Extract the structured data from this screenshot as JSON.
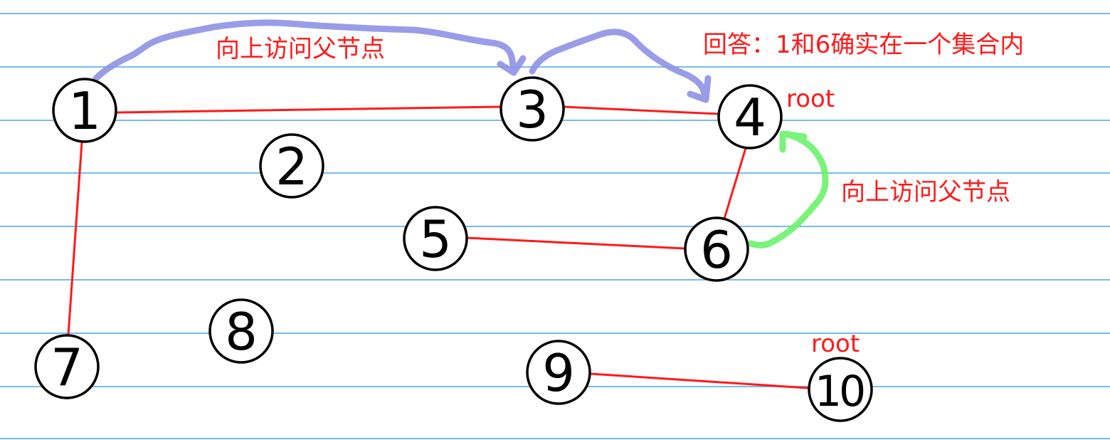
{
  "annotations": {
    "top_left": "向上访问父节点",
    "right_mid": "向上访问父节点",
    "answer": "回答：1和6确实在一个集合内",
    "root_4": "root",
    "root_10": "root"
  },
  "nodes": [
    {
      "id": "1",
      "label": "1"
    },
    {
      "id": "2",
      "label": "2"
    },
    {
      "id": "3",
      "label": "3"
    },
    {
      "id": "4",
      "label": "4"
    },
    {
      "id": "5",
      "label": "5"
    },
    {
      "id": "6",
      "label": "6"
    },
    {
      "id": "7",
      "label": "7"
    },
    {
      "id": "8",
      "label": "8"
    },
    {
      "id": "9",
      "label": "9"
    },
    {
      "id": "10",
      "label": "10"
    }
  ],
  "edges": [
    {
      "from": "1",
      "to": "3"
    },
    {
      "from": "3",
      "to": "4"
    },
    {
      "from": "4",
      "to": "6"
    },
    {
      "from": "5",
      "to": "6"
    },
    {
      "from": "1",
      "to": "7"
    },
    {
      "from": "9",
      "to": "10"
    }
  ],
  "colors": {
    "ruled_line": "#4da3e8",
    "edge": "#ff1a1a",
    "node_stroke": "#000000",
    "arrow_purple": "#8e92e6",
    "arrow_green": "#6cf26c",
    "annotation_text": "#ff1a1a"
  }
}
